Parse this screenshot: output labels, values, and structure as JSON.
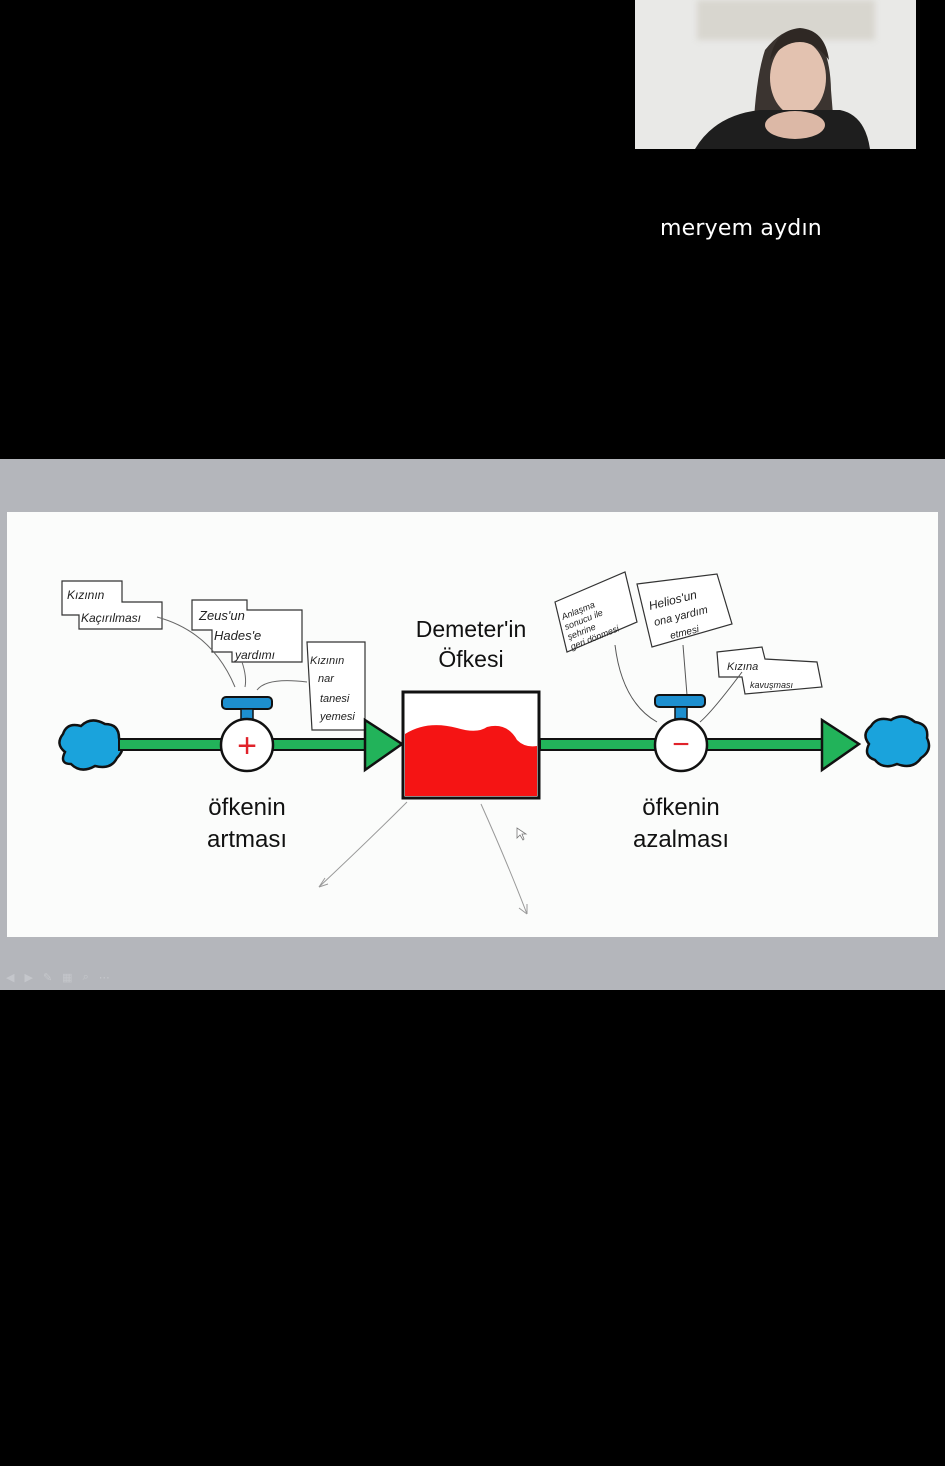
{
  "video": {
    "participant_name": "meryem aydın"
  },
  "slide": {
    "stock_label_line1": "Demeter'in",
    "stock_label_line2": "Öfkesi",
    "stock_fill_fraction": 0.6,
    "inflow": {
      "label_line1": "öfkenin",
      "label_line2": "artması",
      "valve_symbol": "+"
    },
    "outflow": {
      "label_line1": "öfkenin",
      "label_line2": "azalması",
      "valve_symbol": "−"
    },
    "inflow_notes": [
      {
        "lines": [
          "Kızının",
          "Kaçırılması"
        ]
      },
      {
        "lines": [
          "Zeus'un",
          "Hades'e",
          "yardımı"
        ]
      },
      {
        "lines": [
          "Kızının",
          "nar",
          "tanesi",
          "yemesi"
        ]
      }
    ],
    "outflow_notes": [
      {
        "lines": [
          "Anlaşma",
          "sonucu ile",
          "şehrine",
          "geri dönmesi"
        ]
      },
      {
        "lines": [
          "Helios'un",
          "ona yardım",
          "etmesi"
        ]
      },
      {
        "lines": [
          "Kızına",
          "kavuşması"
        ]
      }
    ],
    "colors": {
      "pipe": "#22b35a",
      "cloud": "#1aa3dc",
      "valve_handle": "#1d8fcf",
      "stock_fill": "#f51414",
      "sign": "#e0222a"
    }
  },
  "toolbar": {
    "icons": [
      "prev-icon",
      "next-icon",
      "pen-icon",
      "grid-icon",
      "search-icon",
      "more-icon"
    ]
  }
}
